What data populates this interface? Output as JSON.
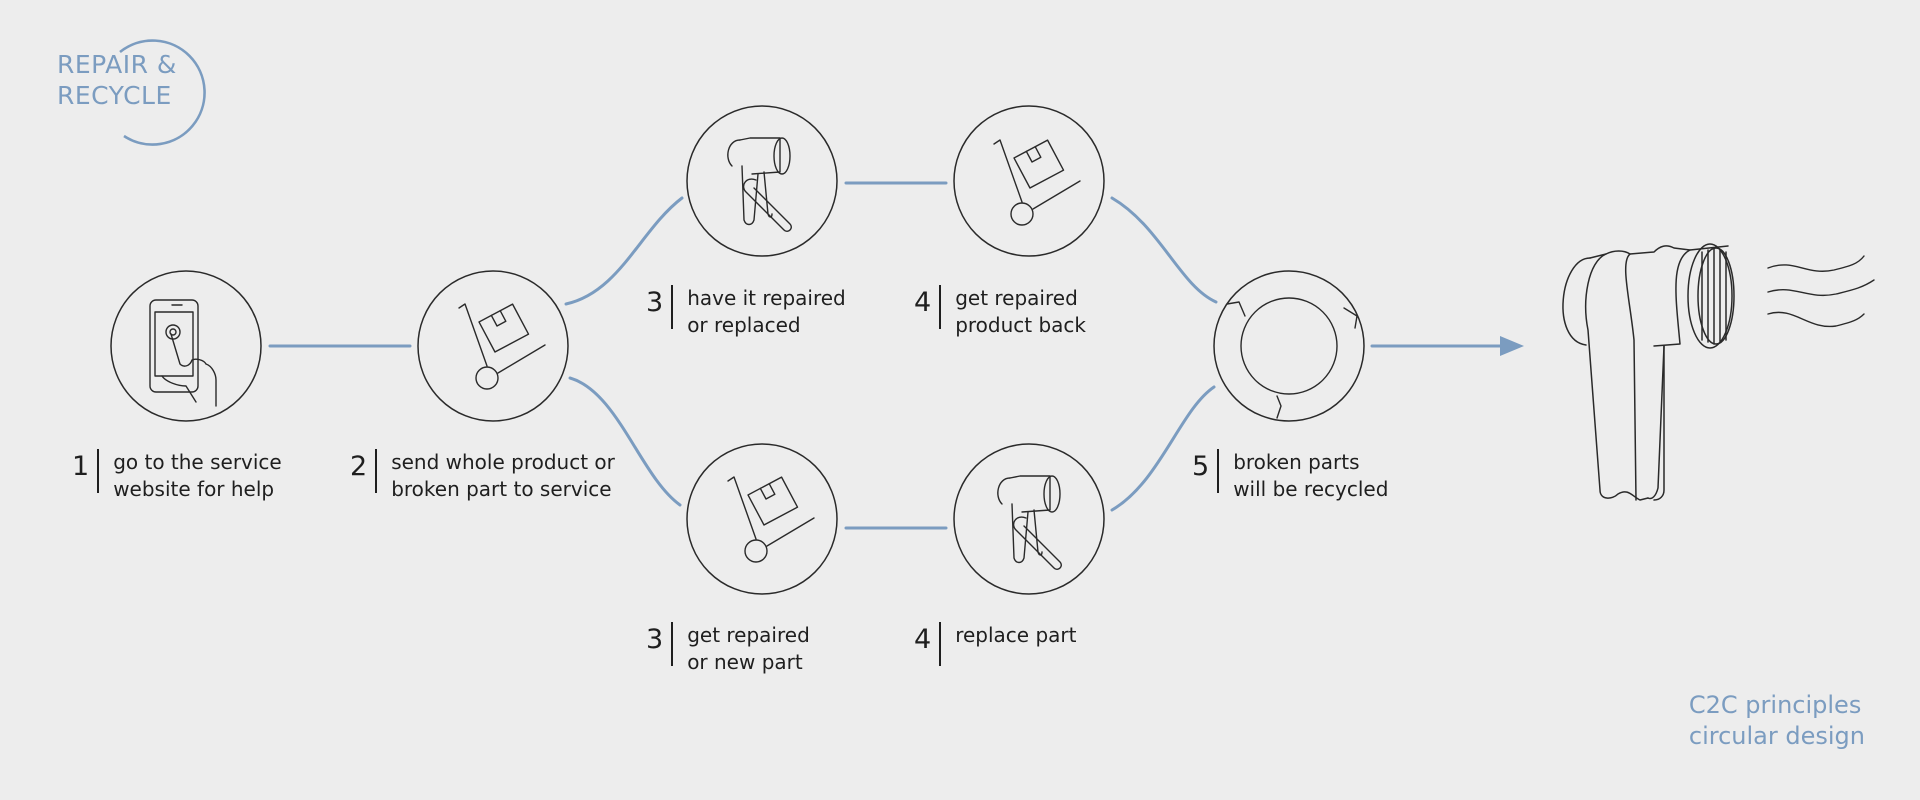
{
  "brand": {
    "line1": "REPAIR &",
    "line2": "RECYCLE"
  },
  "steps": [
    {
      "num": "1",
      "line1": "go to the service",
      "line2": "website for help"
    },
    {
      "num": "2",
      "line1": "send whole product or",
      "line2": "broken part to service"
    },
    {
      "num": "3",
      "line1": "have it repaired",
      "line2": "or replaced"
    },
    {
      "num": "4",
      "line1": "get repaired",
      "line2": "product back"
    },
    {
      "num": "3",
      "line1": "get repaired",
      "line2": "or new part"
    },
    {
      "num": "4",
      "line1": "replace part",
      "line2": ""
    },
    {
      "num": "5",
      "line1": "broken parts",
      "line2": "will be recycled"
    }
  ],
  "footer": {
    "line1": "C2C principles",
    "line2": "circular design"
  },
  "icons": {
    "phone": "phone-hand-icon",
    "cart": "hand-truck-icon",
    "tools": "hairdryer-wrench-icon",
    "recycle": "recycle-ring-icon",
    "product": "hairdryer-icon"
  },
  "colors": {
    "accent": "#7b9cc0",
    "stroke": "#2a2a2a",
    "background": "#ededed"
  }
}
